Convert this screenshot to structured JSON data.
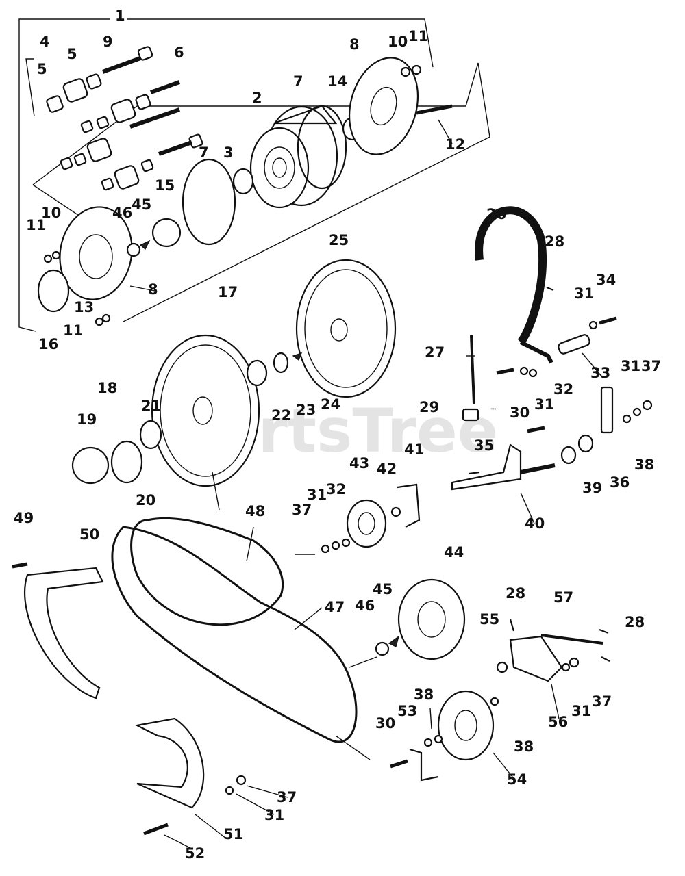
{
  "watermark": {
    "text": "PartsTree",
    "trademark": "™"
  },
  "callouts": [
    "1",
    "2",
    "3",
    "4",
    "5",
    "5",
    "6",
    "7",
    "7",
    "8",
    "8",
    "9",
    "10",
    "10",
    "11",
    "11",
    "11",
    "12",
    "13",
    "14",
    "15",
    "16",
    "17",
    "18",
    "19",
    "20",
    "21",
    "22",
    "23",
    "24",
    "25",
    "26",
    "27",
    "28",
    "28",
    "28",
    "29",
    "30",
    "30",
    "31",
    "31",
    "31",
    "31",
    "31",
    "31",
    "32",
    "32",
    "33",
    "34",
    "35",
    "36",
    "37",
    "37",
    "37",
    "37",
    "38",
    "38",
    "38",
    "39",
    "40",
    "41",
    "42",
    "43",
    "44",
    "45",
    "45",
    "46",
    "46",
    "47",
    "48",
    "49",
    "50",
    "51",
    "52",
    "53",
    "54",
    "55",
    "56",
    "57"
  ]
}
